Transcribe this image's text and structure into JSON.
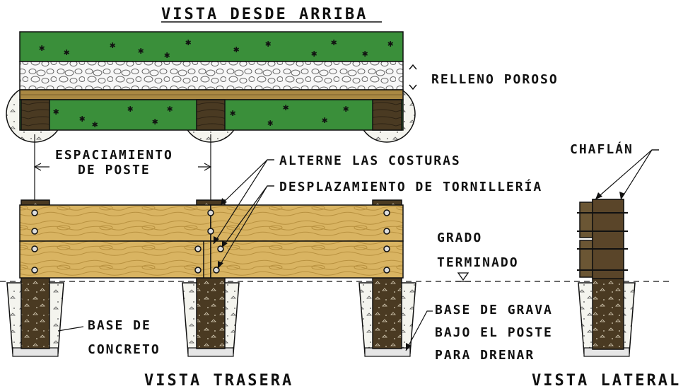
{
  "titles": {
    "top_view": "VISTA DESDE ARRIBA",
    "rear_view": "VISTA TRASERA",
    "side_view": "VISTA LATERAL"
  },
  "labels": {
    "porous_fill": "RELLENO POROSO",
    "post_spacing_1": "ESPACIAMIENTO",
    "post_spacing_2": "DE POSTE",
    "alternate_seams": "ALTERNE LAS COSTURAS",
    "bolt_offset": "DESPLAZAMIENTO DE TORNILLERÍA",
    "chamfer": "CHAFLÁN",
    "finished_grade_1": "GRADO",
    "finished_grade_2": "TERMINADO",
    "concrete_base_1": "BASE DE",
    "concrete_base_2": "CONCRETO",
    "gravel_base_1": "BASE DE GRAVA",
    "gravel_base_2": "BAJO EL POSTE",
    "gravel_base_3": "PARA DRENAR"
  },
  "colors": {
    "grass": "#3a8f3a",
    "plank": "#d8b461",
    "plank_top": "#b08d45",
    "post": "#4a3a22",
    "concrete": "#f2f2ea",
    "line": "#111111"
  }
}
